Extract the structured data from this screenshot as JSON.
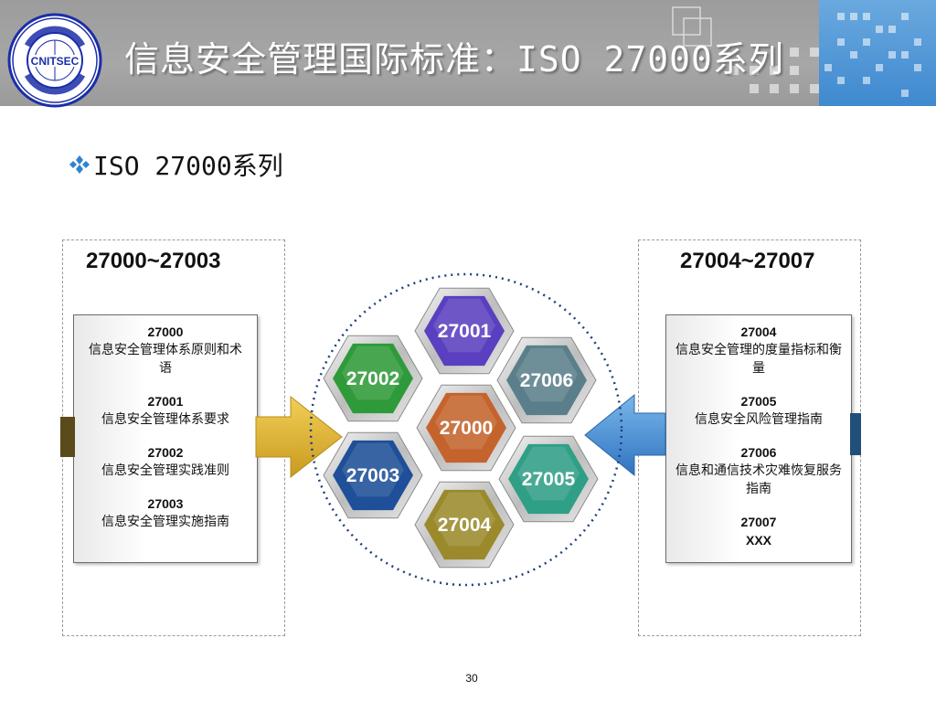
{
  "header": {
    "title_cjk": "信息安全管理国际标准：",
    "title_latin": "ISO 27000",
    "title_suffix": "系列",
    "logo_text": "CNITSEC"
  },
  "bullet": {
    "icon": "diamond-bullet-icon",
    "latin": "ISO 27000",
    "cjk": "系列"
  },
  "left_column": {
    "title": "27000~27003",
    "items": [
      {
        "code": "27000",
        "text": "信息安全管理体系原则和术语"
      },
      {
        "code": "27001",
        "text": "信息安全管理体系要求"
      },
      {
        "code": "27002",
        "text": "信息安全管理实践准则"
      },
      {
        "code": "27003",
        "text": "信息安全管理实施指南"
      }
    ]
  },
  "right_column": {
    "title": "27004~27007",
    "items": [
      {
        "code": "27004",
        "text": "信息安全管理的度量指标和衡量"
      },
      {
        "code": "27005",
        "text": "信息安全风险管理指南"
      },
      {
        "code": "27006",
        "text": "信息和通信技术灾难恢复服务指南"
      },
      {
        "code": "27007",
        "text": "XXX"
      }
    ]
  },
  "hexagons": [
    {
      "label": "27001",
      "color": "#5a3fc0"
    },
    {
      "label": "27002",
      "color": "#2f9a3a"
    },
    {
      "label": "27006",
      "color": "#5a7f8a"
    },
    {
      "label": "27000",
      "color": "#c4632c"
    },
    {
      "label": "27003",
      "color": "#1e4f98"
    },
    {
      "label": "27005",
      "color": "#2f9f86"
    },
    {
      "label": "27004",
      "color": "#9a8a2c"
    }
  ],
  "page_number": "30",
  "colors": {
    "header_gray": "#a3a3a3",
    "accent_blue": "#3f89cf",
    "arrow_gold": "#e2b22f",
    "arrow_blue": "#4a90d8"
  }
}
